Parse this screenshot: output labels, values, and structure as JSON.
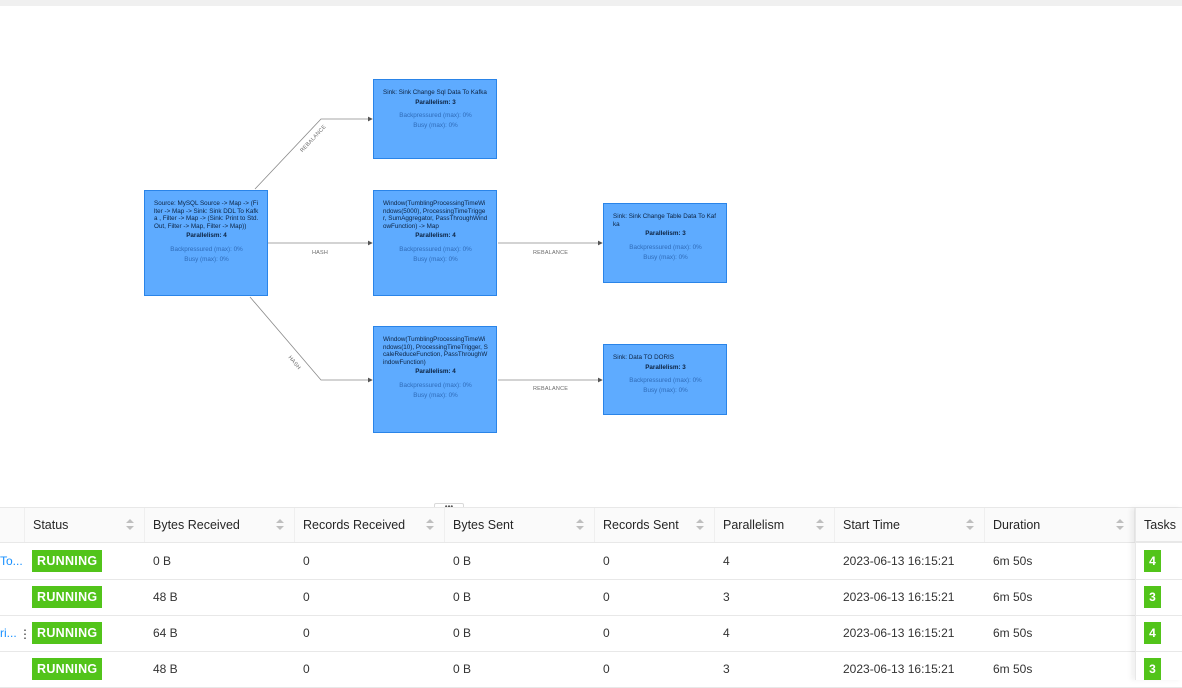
{
  "graph": {
    "nodes": [
      {
        "title": "Source: MySQL Source -> Map -> (Filter -> Map -> Sink: Sink DDL To Kafka , Filter -> Map -> (Sink: Print to Std. Out, Filter -> Map, Filter -> Map))",
        "parallelism": "Parallelism: 4",
        "backpressured": "Backpressured (max): 0%",
        "busy": "Busy (max): 0%"
      },
      {
        "title": "Sink: Sink Change Sql Data To Kafka",
        "parallelism": "Parallelism: 3",
        "backpressured": "Backpressured (max): 0%",
        "busy": "Busy (max): 0%"
      },
      {
        "title": "Window(TumblingProcessingTimeWindows(5000), ProcessingTimeTrigger, SumAggregator, PassThroughWindowFunction) -> Map",
        "parallelism": "Parallelism: 4",
        "backpressured": "Backpressured (max): 0%",
        "busy": "Busy (max): 0%"
      },
      {
        "title": "Window(TumblingProcessingTimeWindows(10), ProcessingTimeTrigger, ScaleReduceFunction, PassThroughWindowFunction)",
        "parallelism": "Parallelism: 4",
        "backpressured": "Backpressured (max): 0%",
        "busy": "Busy (max): 0%"
      },
      {
        "title": "Sink: Sink Change Table Data To Kafka",
        "parallelism": "Parallelism: 3",
        "backpressured": "Backpressured (max): 0%",
        "busy": "Busy (max): 0%"
      },
      {
        "title": "Sink: Data TO DORIS",
        "parallelism": "Parallelism: 3",
        "backpressured": "Backpressured (max): 0%",
        "busy": "Busy (max): 0%"
      }
    ],
    "edges": [
      {
        "label": "REBALANCE"
      },
      {
        "label": "HASH"
      },
      {
        "label": "HASH"
      },
      {
        "label": "REBALANCE"
      },
      {
        "label": "REBALANCE"
      }
    ]
  },
  "splitter": {
    "label": "•••"
  },
  "table": {
    "headers": [
      "Status",
      "Bytes Received",
      "Records Received",
      "Bytes Sent",
      "Records Sent",
      "Parallelism",
      "Start Time",
      "Duration",
      "Tasks"
    ],
    "rows": [
      {
        "name": "To...",
        "status": "RUNNING",
        "bytes_received": "0 B",
        "records_received": "0",
        "bytes_sent": "0 B",
        "records_sent": "0",
        "parallelism": "4",
        "start_time": "2023-06-13 16:15:21",
        "duration": "6m 50s",
        "tasks": "4"
      },
      {
        "name": "",
        "status": "RUNNING",
        "bytes_received": "48 B",
        "records_received": "0",
        "bytes_sent": "0 B",
        "records_sent": "0",
        "parallelism": "3",
        "start_time": "2023-06-13 16:15:21",
        "duration": "6m 50s",
        "tasks": "3"
      },
      {
        "name": "ri...",
        "status": "RUNNING",
        "bytes_received": "64 B",
        "records_received": "0",
        "bytes_sent": "0 B",
        "records_sent": "0",
        "parallelism": "4",
        "start_time": "2023-06-13 16:15:21",
        "duration": "6m 50s",
        "tasks": "4"
      },
      {
        "name": "",
        "status": "RUNNING",
        "bytes_received": "48 B",
        "records_received": "0",
        "bytes_sent": "0 B",
        "records_sent": "0",
        "parallelism": "3",
        "start_time": "2023-06-13 16:15:21",
        "duration": "6m 50s",
        "tasks": "3"
      }
    ]
  },
  "column_resize_handle": {
    "label": "⋮"
  },
  "colors": {
    "node_fill": "#5eabff",
    "node_border": "#2a84e8",
    "status_running": "#52c41a",
    "link": "#1890ff"
  }
}
